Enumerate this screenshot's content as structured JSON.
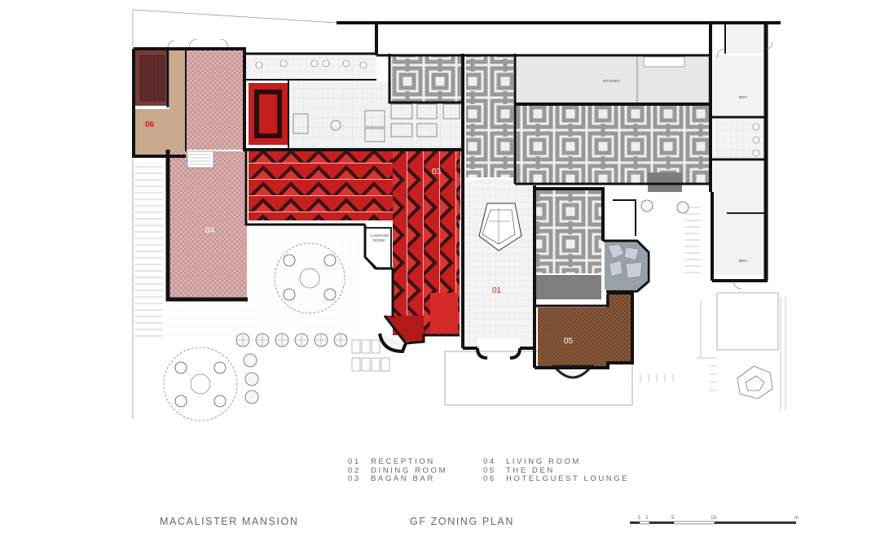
{
  "project_title": "MACALISTER MANSION",
  "plan_title": "GF ZONING PLAN",
  "legend": [
    {
      "num": "01",
      "label": "RECEPTION"
    },
    {
      "num": "02",
      "label": "DINING ROOM"
    },
    {
      "num": "03",
      "label": "BAGAN BAR"
    },
    {
      "num": "04",
      "label": "LIVING ROOM"
    },
    {
      "num": "05",
      "label": "THE DEN"
    },
    {
      "num": "06",
      "label": "HOTELGUEST LOUNGE"
    }
  ],
  "room_labels": {
    "reception": "01",
    "bagan_bar": "03",
    "living_room": "04",
    "the_den": "05",
    "hotelguest_lounge": "06",
    "kitchen": "KITCHEN",
    "luggage_line1": "LUGGAGE",
    "luggage_line2": "ROOM",
    "boh_top": "BOH",
    "boh_bottom": "BOH"
  },
  "scale_bar": {
    "ticks": [
      "1",
      "2",
      "5",
      "10"
    ],
    "unit": "m"
  },
  "colors": {
    "wall": "#111111",
    "bar_red": "#c41e1e",
    "bar_dark": "#3a1414",
    "living_pink": "#d6a6a6",
    "den_brown": "#8a5a3c",
    "lounge_tan": "#c8a98a",
    "maze_grey": "#9b9b9b",
    "tile_grey": "#e4e4e4",
    "highlight_red": "#d11f1f"
  }
}
